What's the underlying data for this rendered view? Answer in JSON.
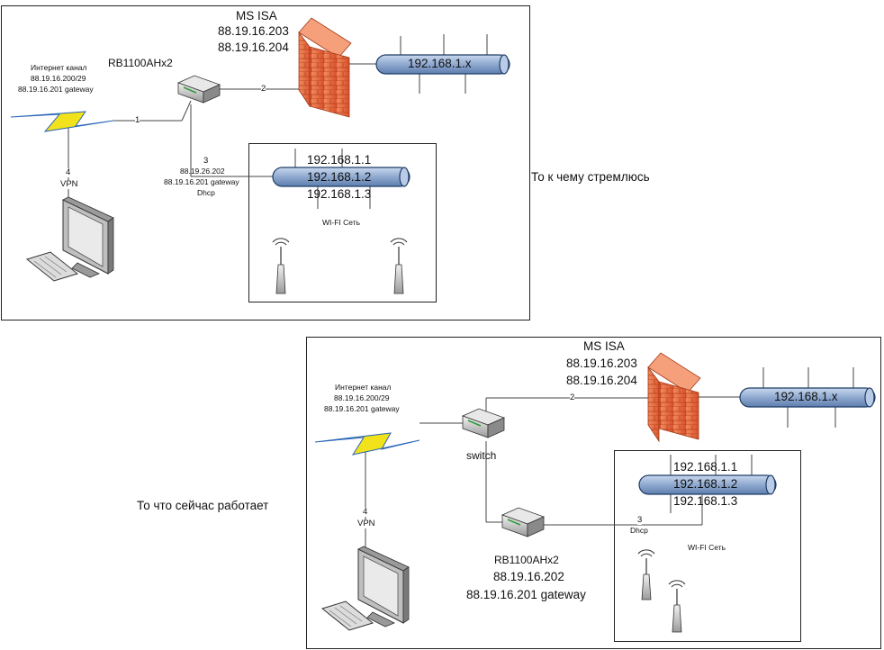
{
  "top": {
    "isa_name": "MS ISA",
    "isa_ip1": "88.19.16.203",
    "isa_ip2": "88.19.16.204",
    "router_name": "RB1100AHx2",
    "internet_label": "Интернет канал",
    "internet_net": "88.19.16.200/29",
    "internet_gw": "88.19.16.201 gateway",
    "lan_net": "192.168.1.x",
    "link1": "1",
    "link2": "2",
    "link3": "3",
    "link4": "4",
    "vpn": "VPN",
    "port3_ip": "88.19.26.202",
    "port3_gw": "88.19.16.201 gateway",
    "port3_dhcp": "Dhcp",
    "wifi_ip1": "192.168.1.1",
    "wifi_ip2": "192.168.1.2",
    "wifi_ip3": "192.168.1.3",
    "wifi_label": "WI-FI Сеть",
    "caption": "То к чему стремлюсь"
  },
  "bottom": {
    "isa_name": "MS ISA",
    "isa_ip1": "88.19.16.203",
    "isa_ip2": "88.19.16.204",
    "internet_label": "Интернет канал",
    "internet_net": "88.19.16.200/29",
    "internet_gw": "88.19.16.201 gateway",
    "lan_net": "192.168.1.x",
    "switch_label": "switch",
    "link2": "2",
    "link3": "3",
    "link3_dhcp": "Dhcp",
    "link4": "4",
    "vpn": "VPN",
    "router_name": "RB1100AHx2",
    "router_ip": "88.19.16.202",
    "router_gw": "88.19.16.201 gateway",
    "wifi_ip1": "192.168.1.1",
    "wifi_ip2": "192.168.1.2",
    "wifi_ip3": "192.168.1.3",
    "wifi_label": "WI-FI Сеть",
    "caption": "То что сейчас работает"
  },
  "icons": {
    "firewall": "brick-firewall-icon",
    "router": "router-icon",
    "switch": "switch-icon",
    "lightning": "lightning-icon",
    "computer": "computer-icon",
    "antenna": "wifi-antenna-icon",
    "network_bus": "network-bus-icon"
  },
  "colors": {
    "bus_fill": "#9ab3d6",
    "bus_stroke": "#1f3d66",
    "firewall": "#e8633a",
    "lightning": "#f2e21c",
    "line": "#3a3a3a"
  }
}
